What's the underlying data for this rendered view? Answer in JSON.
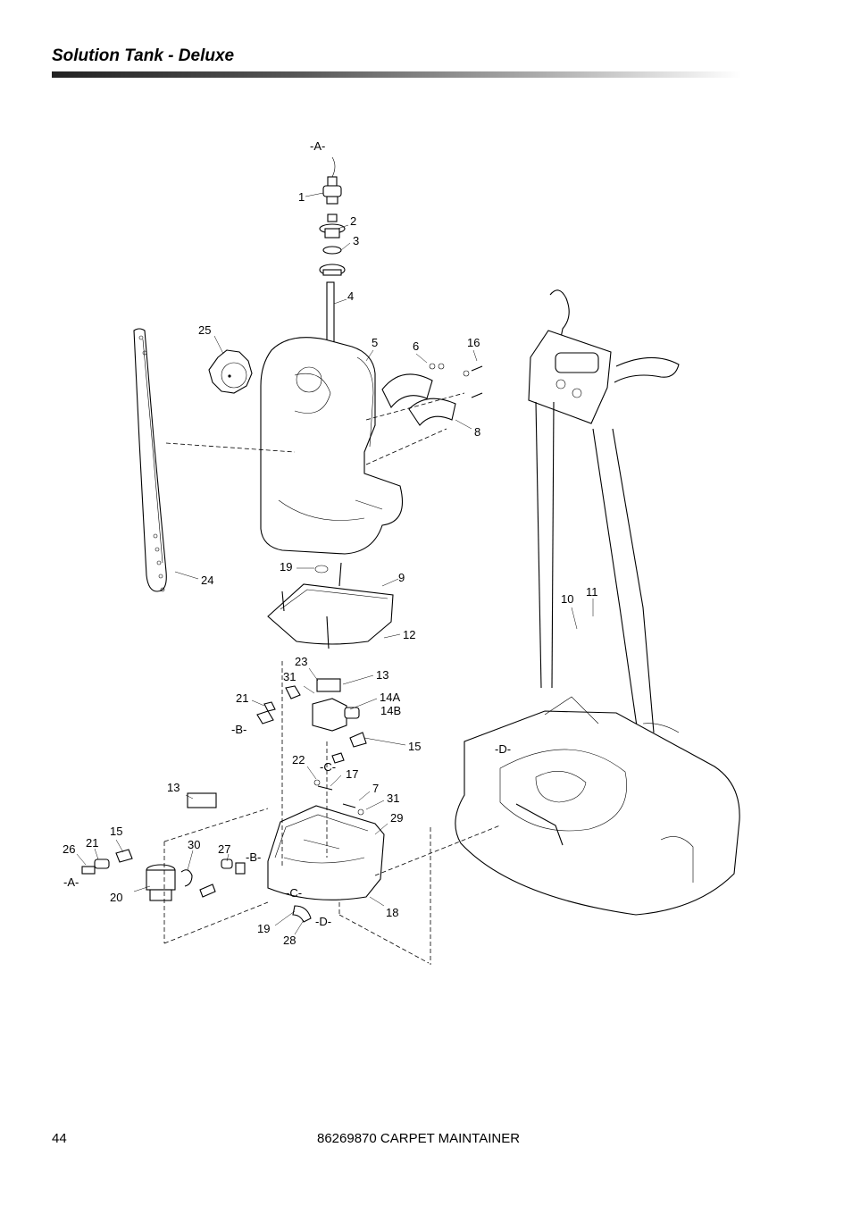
{
  "header": {
    "title": "Solution Tank - Deluxe"
  },
  "footer": {
    "page_number": "44",
    "document": "86269870 CARPET MAINTAINER"
  },
  "callouts": {
    "c1": "1",
    "c2": "2",
    "c3": "3",
    "c4": "4",
    "c5": "5",
    "c6": "6",
    "c7": "7",
    "c8": "8",
    "c9": "9",
    "c10": "10",
    "c11": "11",
    "c12": "12",
    "c13a": "13",
    "c13b": "13",
    "c14a": "14A",
    "c14b": "14B",
    "c15a": "15",
    "c15b": "15",
    "c16": "16",
    "c17": "17",
    "c18": "18",
    "c19a": "19",
    "c19b": "19",
    "c20": "20",
    "c21a": "21",
    "c21b": "21",
    "c22": "22",
    "c23": "23",
    "c24": "24",
    "c25": "25",
    "c26": "26",
    "c27": "27",
    "c28": "28",
    "c29": "29",
    "c30": "30",
    "c31a": "31",
    "c31b": "31"
  },
  "connection_refs": {
    "a_top": "-A-",
    "a_left": "-A-",
    "b_upper": "-B-",
    "b_lower": "-B-",
    "c_upper": "-C-",
    "c_lower": "-C-",
    "d_lower": "-D-",
    "d_machine": "-D-"
  }
}
